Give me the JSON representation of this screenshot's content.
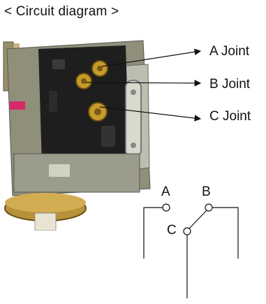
{
  "title": "< Circuit diagram >",
  "photo_labels": [
    "A Joint",
    "B Joint",
    "C Joint"
  ],
  "schematic_labels": {
    "a": "A",
    "b": "B",
    "c": "C"
  },
  "colors": {
    "device_body": "#8f8f7a",
    "circuit_board": "#1e1e1e",
    "brass_joint": "#c79a2c",
    "pressure_diaphragm": "#b8923a",
    "stem": "#eae3d4",
    "line": "#111111"
  }
}
